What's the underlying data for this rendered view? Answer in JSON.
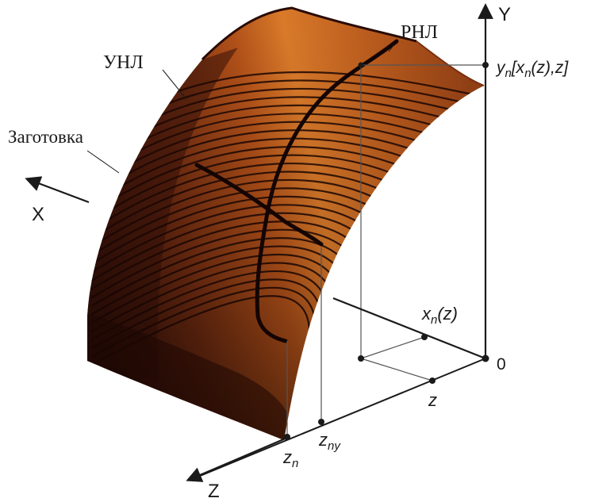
{
  "labels": {
    "unl": "УНЛ",
    "rnl": "РНЛ",
    "blank": "Заготовка",
    "axis_x": "X",
    "axis_y": "Y",
    "axis_z": "Z",
    "origin": "0",
    "y_value_y": "y",
    "y_value_n": "n",
    "y_value_rest_a": "[x",
    "y_value_rest_b": "n",
    "y_value_rest_c": "(z),z]",
    "xn_x": "x",
    "xn_n": "n",
    "xn_rest": "(z)",
    "z_tick": "z",
    "zn_z": "z",
    "zn_n": "n",
    "zny_z": "z",
    "zny_sub": "ny"
  },
  "colors": {
    "surface_dark": "#3a120a",
    "surface_mid": "#8a3512",
    "surface_light": "#e9882f",
    "stripe": "#1e0804",
    "axis": "#1a1a1a",
    "guide": "#555555"
  }
}
